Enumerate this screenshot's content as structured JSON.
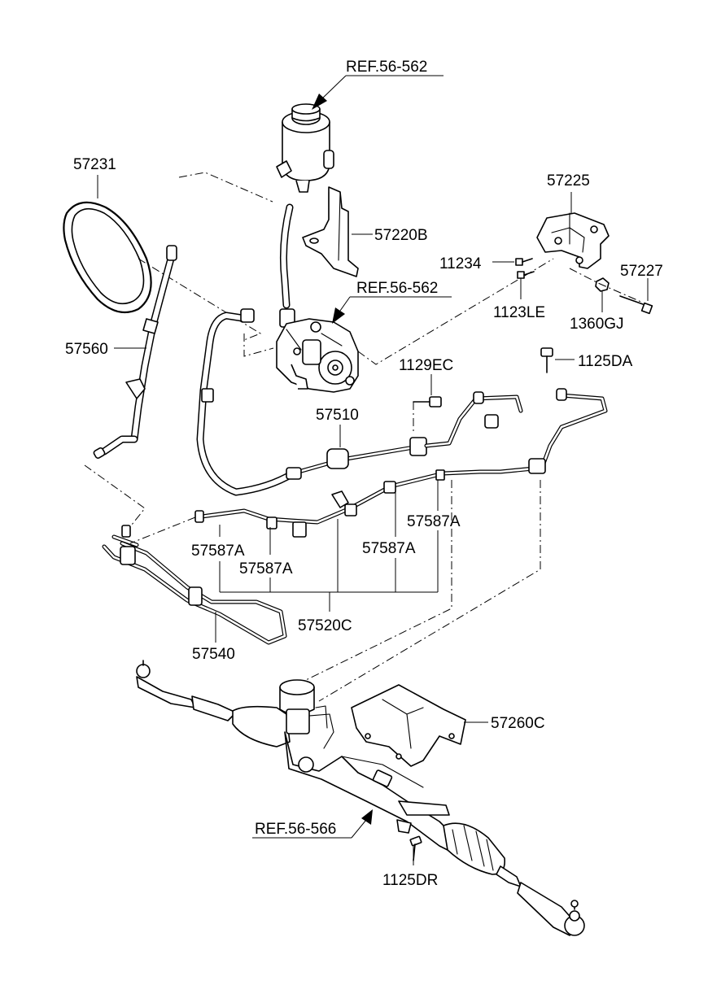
{
  "labels": {
    "ref_reservoir": "REF.56-562",
    "ref_pump": "REF.56-562",
    "ref_gear": "REF.56-566",
    "p57231": "57231",
    "p57220B": "57220B",
    "p57225": "57225",
    "p11234": "11234",
    "p57227": "57227",
    "p1123LE": "1123LE",
    "p1360GJ": "1360GJ",
    "p57560": "57560",
    "p1125DA": "1125DA",
    "p1129EC": "1129EC",
    "p57510": "57510",
    "p57587A_1": "57587A",
    "p57587A_2": "57587A",
    "p57587A_3": "57587A",
    "p57587A_4": "57587A",
    "p57520C": "57520C",
    "p57540": "57540",
    "p57260C": "57260C",
    "p1125DR": "1125DR"
  }
}
